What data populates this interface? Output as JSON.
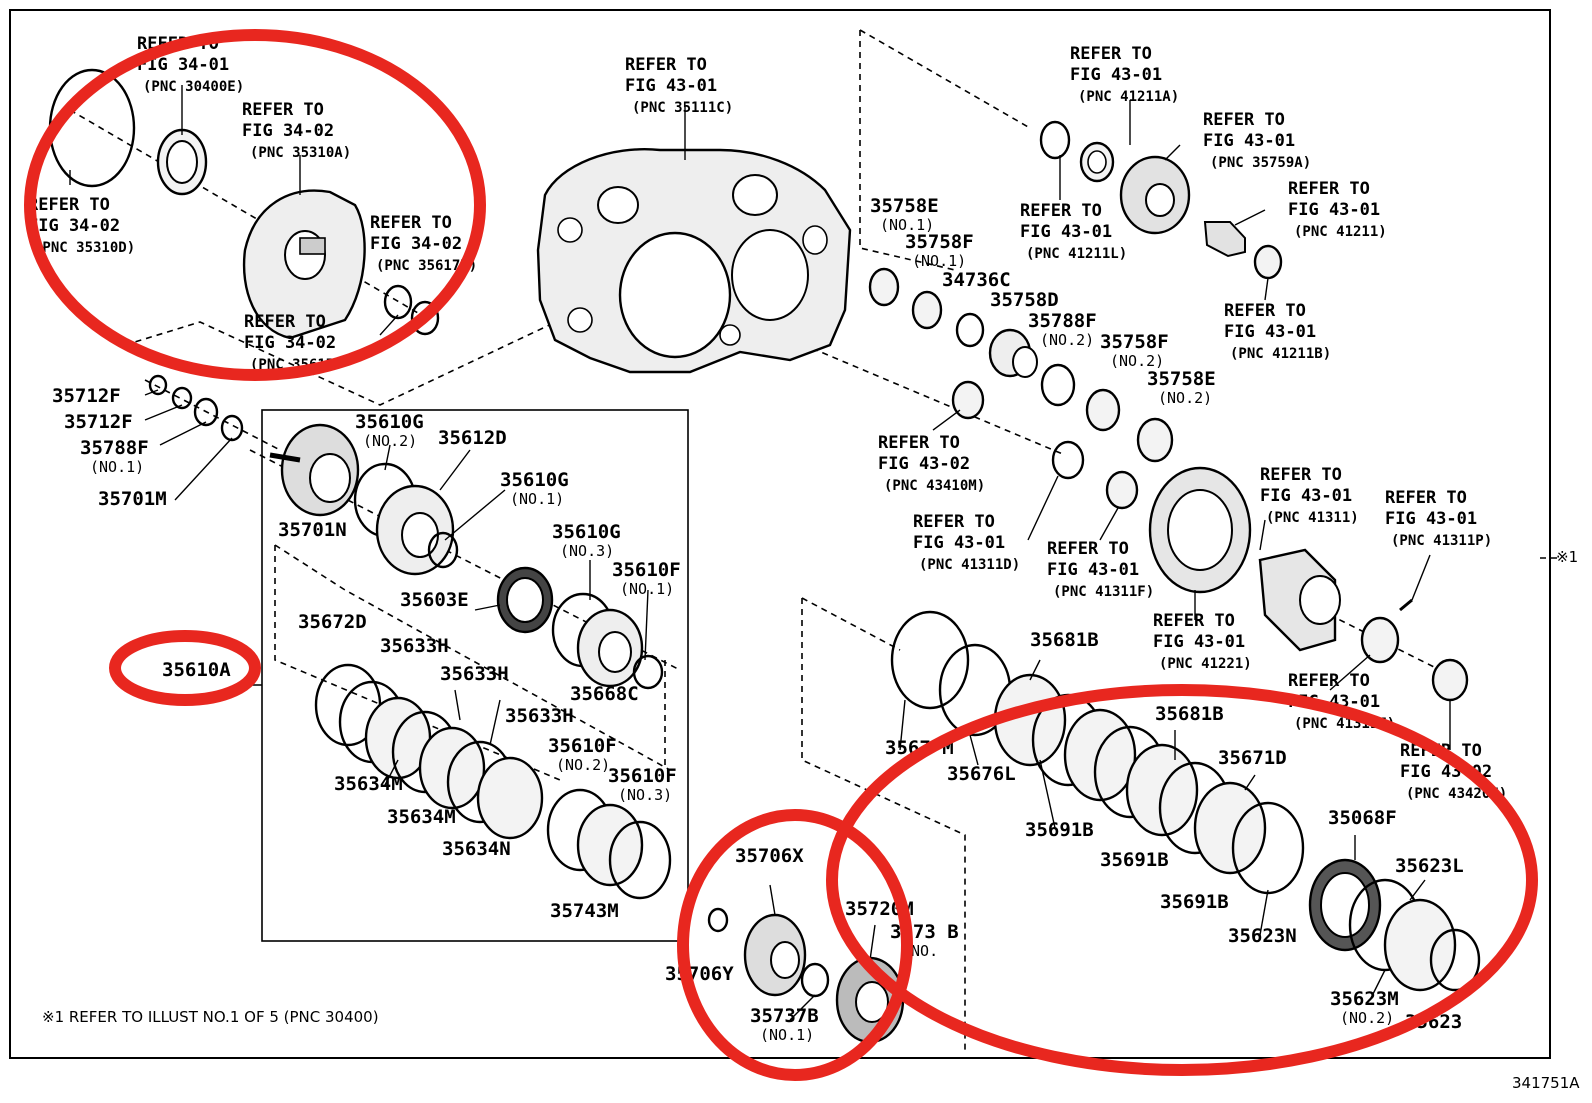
{
  "diagram_id": "341751A",
  "footnote": "※1 REFER TO ILLUST NO.1 OF 5 (PNC 30400)",
  "side_marker": "※1",
  "refs": {
    "r1": [
      "REFER TO",
      "FIG 34-01",
      "(PNC 30400E)"
    ],
    "r2": [
      "REFER TO",
      "FIG 34-02",
      "(PNC 35310A)"
    ],
    "r3": [
      "REFER TO",
      "FIG 34-02",
      "(PNC 35310D)"
    ],
    "r4": [
      "REFER TO",
      "FIG 34-02",
      "(PNC 35617N)"
    ],
    "r5": [
      "REFER TO",
      "FIG 34-02",
      "(PNC 35617"
    ],
    "r6": [
      "REFER TO",
      "FIG 43-01",
      "(PNC 35111C)"
    ],
    "r7": [
      "REFER TO",
      "FIG 43-01",
      "(PNC 41211A)"
    ],
    "r8": [
      "REFER TO",
      "FIG 43-01",
      "(PNC 35759A)"
    ],
    "r9": [
      "REFER TO",
      "FIG 43-01",
      "(PNC 41211L)"
    ],
    "r10": [
      "REFER TO",
      "FIG 43-01",
      "(PNC 41211)"
    ],
    "r11": [
      "REFER TO",
      "FIG 43-01",
      "(PNC 41211B)"
    ],
    "r12": [
      "REFER TO",
      "FIG 43-02",
      "(PNC 43410M)"
    ],
    "r13": [
      "REFER TO",
      "FIG 43-01",
      "(PNC 41311D)"
    ],
    "r14": [
      "REFER TO",
      "FIG 43-01",
      "(PNC 41311F)"
    ],
    "r15": [
      "REFER TO",
      "FIG 43-01",
      "(PNC 41311)"
    ],
    "r16": [
      "REFER TO",
      "FIG 43-01",
      "(PNC 41311P)"
    ],
    "r17": [
      "REFER TO",
      "FIG 43-01",
      "(PNC 41221)"
    ],
    "r18": [
      "REFER TO",
      "FIG 43-01",
      "(PNC 41311E)"
    ],
    "r19": [
      "REFER TO",
      "FIG 43-02",
      "(PNC 43420H)"
    ]
  },
  "parts": {
    "p35758E_1": "35758E",
    "p35758E_1s": "(NO.1)",
    "p35758F_1": "35758F",
    "p35758F_1s": "(NO.1)",
    "p34736C": "34736C",
    "p35758D": "35758D",
    "p35788F_2": "35788F",
    "p35788F_2s": "(NO.2)",
    "p35758F_2": "35758F",
    "p35758F_2s": "(NO.2)",
    "p35758E_2": "35758E",
    "p35758E_2s": "(NO.2)",
    "p35712F_a": "35712F",
    "p35712F_b": "35712F",
    "p35788F_1": "35788F",
    "p35788F_1s": "(NO.1)",
    "p35701M": "35701M",
    "p35610G_2": "35610G",
    "p35610G_2s": "(NO.2)",
    "p35612D": "35612D",
    "p35610G_1": "35610G",
    "p35610G_1s": "(NO.1)",
    "p35701N": "35701N",
    "p35610G_3": "35610G",
    "p35610G_3s": "(NO.3)",
    "p35603E": "35603E",
    "p35610F_1": "35610F",
    "p35610F_1s": "(NO.1)",
    "p35672D": "35672D",
    "p35633H_a": "35633H",
    "p35633H_b": "35633H",
    "p35668C": "35668C",
    "p35610A": "35610A",
    "p35633H_c": "35633H",
    "p35610F_2": "35610F",
    "p35610F_2s": "(NO.2)",
    "p35610F_3": "35610F",
    "p35610F_3s": "(NO.3)",
    "p35634M_a": "35634M",
    "p35634M_b": "35634M",
    "p35634N": "35634N",
    "p35743M": "35743M",
    "p35706X": "35706X",
    "p35720M": "35720M",
    "p35737B_2": "3573 B",
    "p35737B_2s": "(NO.",
    "p35706Y": "35706Y",
    "p35737B_1": "35737B",
    "p35737B_1s": "(NO.1)",
    "p35681B_a": "35681B",
    "p35676M": "3567 M",
    "p35676L": "35676L",
    "p35681B_b": "35681B",
    "p35671D": "35671D",
    "p35691B_a": "35691B",
    "p35691B_b": "35691B",
    "p35691B_c": "35691B",
    "p35068F": "35068F",
    "p35623L": "35623L",
    "p35623N": "35623N",
    "p35623M": "35623M",
    "p35623Ms": "(NO.2)",
    "p35623x": "35623"
  },
  "highlight_color": "#e8271f"
}
